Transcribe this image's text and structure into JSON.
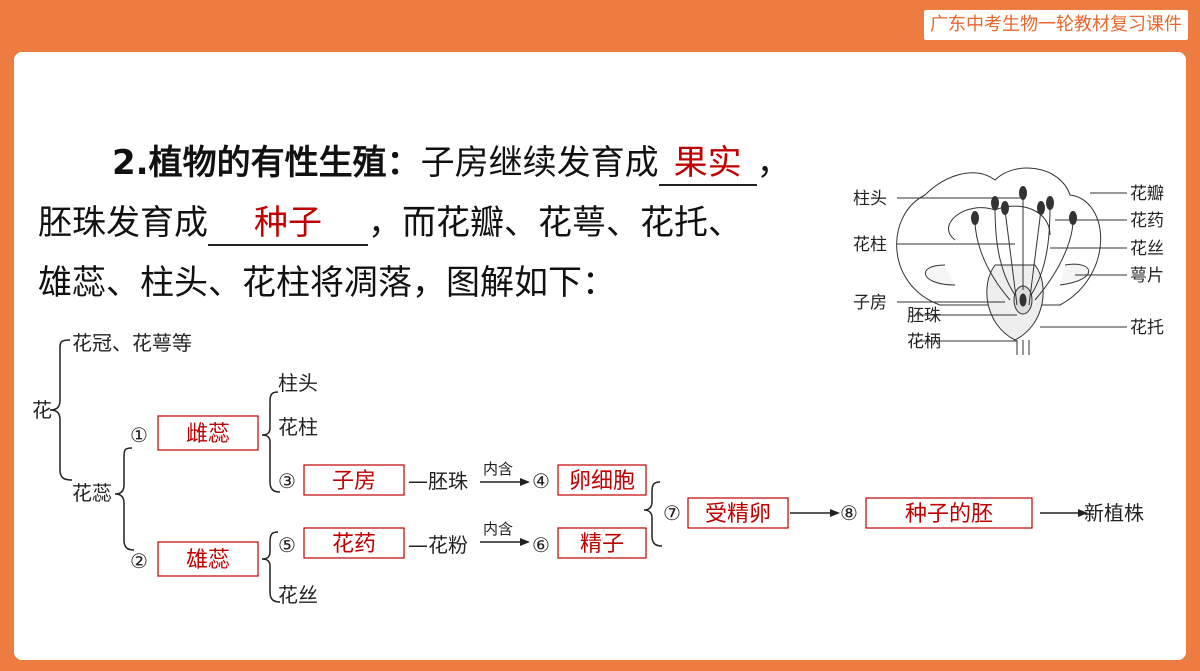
{
  "header": {
    "course_tag": "广东中考生物一轮教材复习课件"
  },
  "intro": {
    "heading": "2.植物的有性生殖：",
    "sentence1_pre": "子房继续发育成",
    "answer1": "果实",
    "sentence1_post": "，",
    "sentence2_pre": "胚珠发育成",
    "answer2": "种子",
    "sentence2_post": "，而花瓣、花萼、花托、",
    "sentence3": "雄蕊、柱头、花柱将凋落，图解如下："
  },
  "flower_figure": {
    "labels_left": [
      "柱头",
      "花柱",
      "子房",
      "胚珠",
      "花柄"
    ],
    "labels_right": [
      "花瓣",
      "花药",
      "花丝",
      "萼片",
      "花托"
    ]
  },
  "flow": {
    "root": "花",
    "top_branch": "花冠、花萼等",
    "stamen_pistil": "花蕊",
    "n1": "①",
    "pistil": "雌蕊",
    "stigma": "柱头",
    "style": "花柱",
    "n3": "③",
    "ovary": "子房",
    "ovule_text": "—胚珠",
    "contains1": "内含",
    "n4": "④",
    "egg": "卵细胞",
    "n7": "⑦",
    "zygote": "受精卵",
    "n8": "⑧",
    "embryo": "种子的胚",
    "new_plant": "新植株",
    "n2": "②",
    "stamen": "雄蕊",
    "n5": "⑤",
    "anther": "花药",
    "pollen_text": "—花粉",
    "contains2": "内含",
    "n6": "⑥",
    "sperm": "精子",
    "filament": "花丝"
  },
  "colors": {
    "frame": "#ec7c3f",
    "answer": "#c00000",
    "box_border": "#c00000"
  }
}
